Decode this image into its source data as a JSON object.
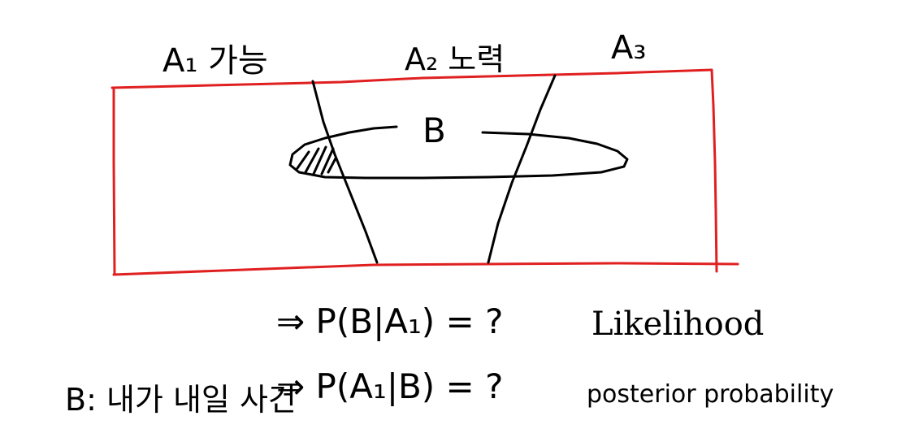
{
  "labels": {
    "a1": "A₁ 가능",
    "a2": "A₂ 노력",
    "a3": "A₃",
    "b": "B"
  },
  "formulas": {
    "likelihood_expr": "⇒ P(B|A₁) = ?",
    "likelihood_name": "Likelihood",
    "b_def": "B: 내가 내일 사건",
    "posterior_expr": "⇒ P(A₁|B) = ?",
    "posterior_name": "posterior probability"
  },
  "colors": {
    "ink": "#000000",
    "frame": "#e02020",
    "background": "#ffffff"
  }
}
